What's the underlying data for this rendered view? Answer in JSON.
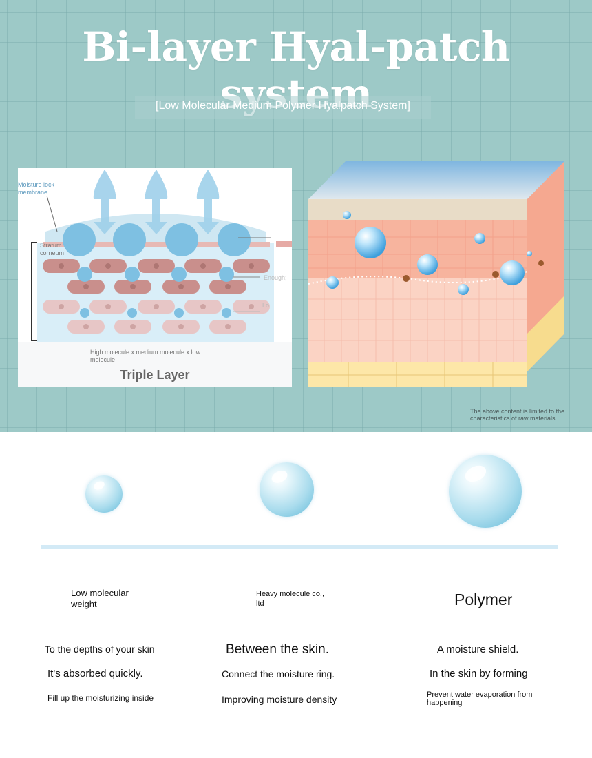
{
  "header": {
    "title": "Bi-layer Hyal-patch system",
    "subtitle": "[Low Molecular Medium Polymer Hyalpatch System]"
  },
  "diagram": {
    "moisture_label": "Moisture lock membrane",
    "stratum_label": "Stratum corneum",
    "enough_label": "Enough;",
    "lo_label": "Lo",
    "molecule_caption": "High molecule x medium molecule x low molecule",
    "triple_label": "Triple Layer"
  },
  "note": "The above content is limited to the characteristics of raw materials.",
  "columns": [
    {
      "title": "Low molecular weight",
      "lines": [
        "To the depths of your skin",
        "It's absorbed quickly.",
        "Fill up the moisturizing inside"
      ]
    },
    {
      "title": "Heavy molecule co., ltd",
      "lines": [
        "Between the skin.",
        "Connect the moisture ring.",
        "Improving moisture density"
      ]
    },
    {
      "title": "Polymer",
      "lines": [
        "A moisture shield.",
        "In the skin by forming",
        "Prevent water evaporation from happening"
      ]
    }
  ],
  "colors": {
    "teal_background": "#9dc9c7",
    "bubble_blue": "#7cc6e0",
    "divider": "#d3eaf6"
  }
}
